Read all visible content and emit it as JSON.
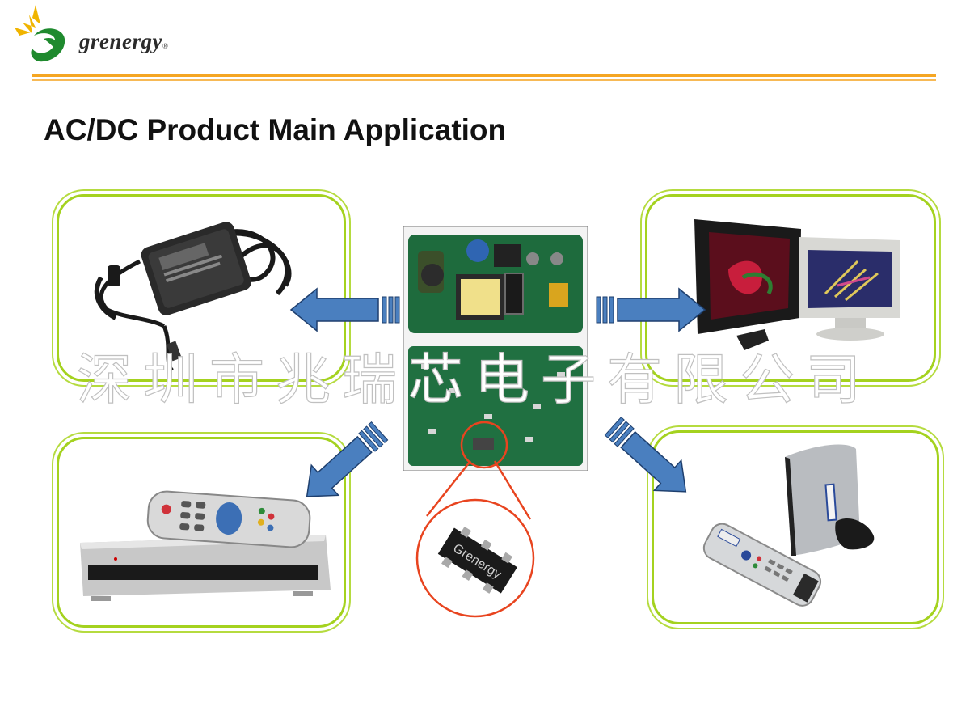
{
  "header": {
    "brand_name": "grenergy",
    "registered_mark": "®"
  },
  "title": "AC/DC Product Main Application",
  "watermark": "深圳市兆瑞芯电子有限公司",
  "chip": {
    "marking": "Grenergy"
  },
  "colors": {
    "accent_orange": "#f5a623",
    "frame_green": "#a4d21f",
    "arrow_blue": "#4a7fbf",
    "highlight_red": "#e8441f"
  },
  "applications": [
    {
      "id": "power-adapter",
      "icon": "laptop-power-adapter"
    },
    {
      "id": "lcd-monitor",
      "icon": "lcd-monitors"
    },
    {
      "id": "set-top-box",
      "icon": "set-top-box-with-remote"
    },
    {
      "id": "media-player",
      "icon": "media-player-with-remote"
    }
  ]
}
